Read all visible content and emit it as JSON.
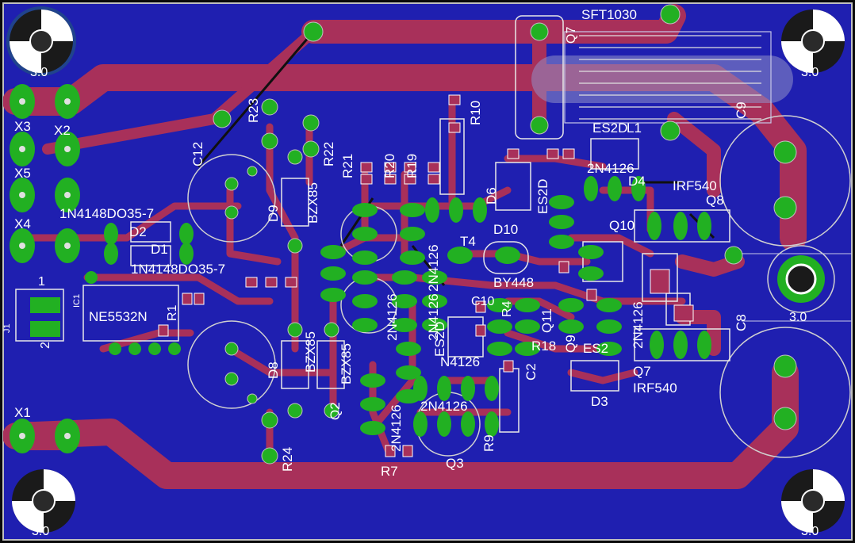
{
  "board": {
    "copper_color": "#1f1fb0",
    "trace_color": "#a8305a",
    "pad_color": "#22b022",
    "silk_color": "#ffffff",
    "hole_color": "#1a1a1a",
    "edge_color": "#c0c0c0"
  },
  "mounting_holes": {
    "tl": "3.0",
    "tr": "3.0",
    "bl": "3.0",
    "br": "3.0",
    "mid": "3.0"
  },
  "connectors": {
    "x1": "X1",
    "x2": "X2",
    "x3": "X3",
    "x4": "X4",
    "x5": "X5",
    "j1": "J1",
    "j1_pin1": "1",
    "j1_pin2": "2"
  },
  "labels": {
    "sft1030": "SFT1030",
    "l1": "L1",
    "q7_top": "Q7",
    "c9": "C9",
    "c8": "C8",
    "c12": "C12",
    "r23": "R23",
    "r22": "R22",
    "r21": "R21",
    "r20": "R20",
    "r19": "R19",
    "r10": "R10",
    "r24": "R24",
    "r7": "R7",
    "r18": "R18",
    "r9": "R9",
    "d9": "D9",
    "d8": "D8",
    "d6": "D6",
    "d10": "D10",
    "d4": "D4",
    "d3": "D3",
    "d2": "D2",
    "d1": "D1",
    "bzx85_a": "BZX85",
    "bzx85_b": "BZX85",
    "bzx85_c": "BZX85",
    "es2d_a": "ES2D",
    "es2d_b": "ES2D",
    "es2d_c": "ES2",
    "es2d_d": "ES2D",
    "t4": "T4",
    "by448": "BY448",
    "irf540_a": "IRF540",
    "irf540_b": "IRF540",
    "q8": "Q8",
    "q10": "Q10",
    "q7": "Q7",
    "q3": "Q3",
    "q2": "Q2",
    "q11": "Q11",
    "q9": "Q9",
    "c2": "C2",
    "n4126_a": "2N4126",
    "n4126_b": "2N4126",
    "n4126_c": "2N4126",
    "n4126_d": "2N4126",
    "n4126_e": "2N4126",
    "n4126_f": "2N4126",
    "n4126_g": "2N4126",
    "n4126_h": "N4126",
    "in4148_a": "1N4148DO35-7",
    "in4148_b": "1N4148DO35-7",
    "ne5532": "NE5532N",
    "ic1": "IC1",
    "r1": "R1",
    "c10": "C10",
    "r4": "R4"
  }
}
